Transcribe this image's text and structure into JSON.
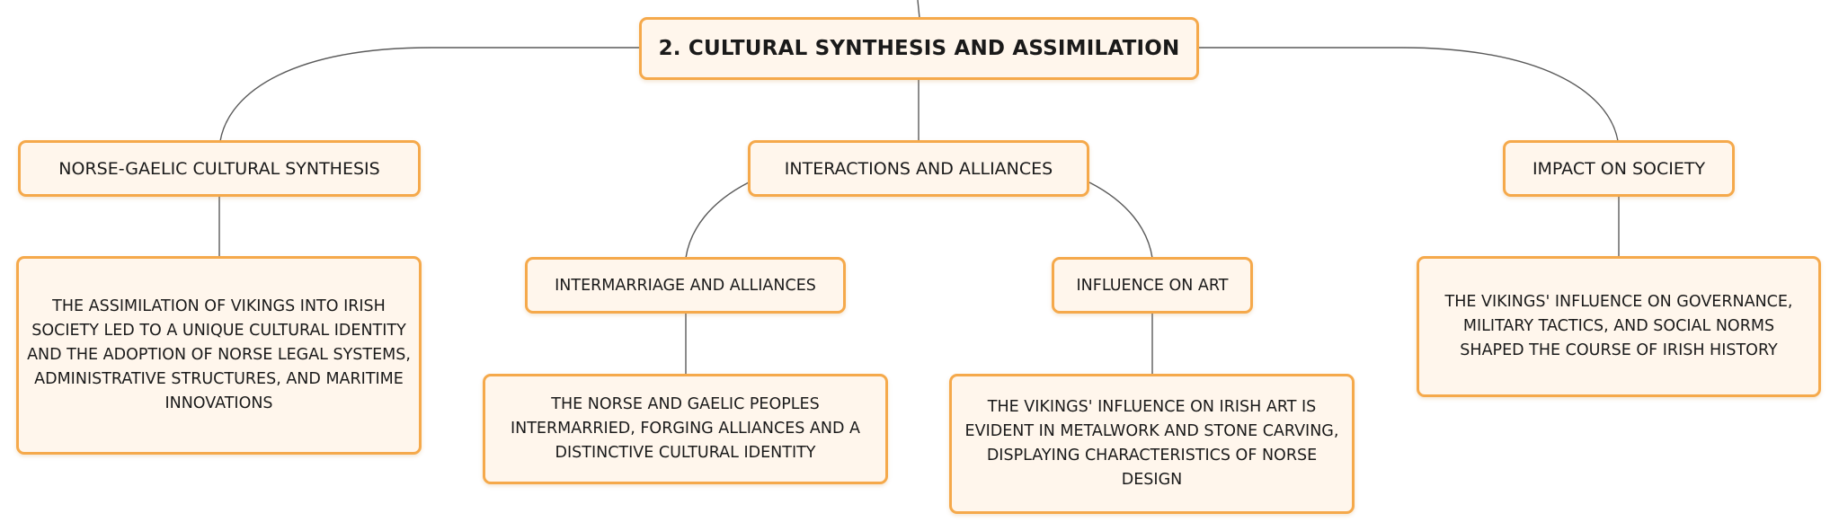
{
  "root": {
    "label": "2. Cultural Synthesis and Assimilation"
  },
  "branches": {
    "norse_gaelic": {
      "label": "Norse-Gaelic Cultural Synthesis",
      "detail": "The assimilation of Vikings into Irish society led to a unique cultural identity and the adoption of Norse legal systems, administrative structures, and maritime innovations"
    },
    "interactions": {
      "label": "Interactions and Alliances",
      "intermarriage": {
        "label": "Intermarriage and Alliances",
        "detail": "The Norse and Gaelic peoples intermarried, forging alliances and a distinctive cultural identity"
      },
      "art": {
        "label": "Influence on Art",
        "detail": "The Vikings' influence on Irish art is evident in metalwork and stone carving, displaying characteristics of Norse design"
      }
    },
    "impact": {
      "label": "Impact on Society",
      "detail": "The Vikings' influence on governance, military tactics, and social norms shaped the course of Irish history"
    }
  },
  "colors": {
    "node_fill": "#fff6ec",
    "node_border": "#f5a94b",
    "connector": "#5a5a5a"
  }
}
